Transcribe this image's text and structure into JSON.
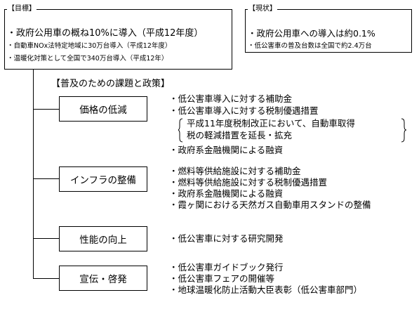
{
  "target_box": {
    "label": "【目標】",
    "main": "・政府公用車の概ね10%に導入（平成12年度）",
    "sub1": "・自動車NOx法特定地域に30万台導入（平成12年度）",
    "sub2": "・温暖化対策として全国で340万台導入（平成12年）"
  },
  "status_box": {
    "label": "【現状】",
    "main": "・政府公用車への導入は約0.1%",
    "sub": "・低公害車の普及台数は全国で約2.4万台"
  },
  "section_title": "【普及のための課題と政策】",
  "categories": [
    {
      "name": "価格の低減",
      "items": [
        "・低公害車導入に対する補助金",
        "・低公害車導入に対する税制優遇措置"
      ],
      "note": [
        "平成11年度税制改正において、自動車取得",
        "税の軽減措置を延長・拡充"
      ],
      "items_after": [
        "・政府系金融機関による融資"
      ]
    },
    {
      "name": "インフラの整備",
      "items": [
        "・燃料等供給施設に対する補助金",
        "・燃料等供給施設に対する税制優遇措置",
        "・政府系金融機関による融資",
        "・霞ヶ関における天然ガス自動車用スタンドの整備"
      ]
    },
    {
      "name": "性能の向上",
      "items": [
        "・低公害車に対する研究開発"
      ]
    },
    {
      "name": "宣伝・啓発",
      "items": [
        "・低公害車ガイドブック発行",
        "・低公害車フェアの開催等",
        "・地球温暖化防止活動大臣表彰（低公害車部門）"
      ]
    }
  ]
}
